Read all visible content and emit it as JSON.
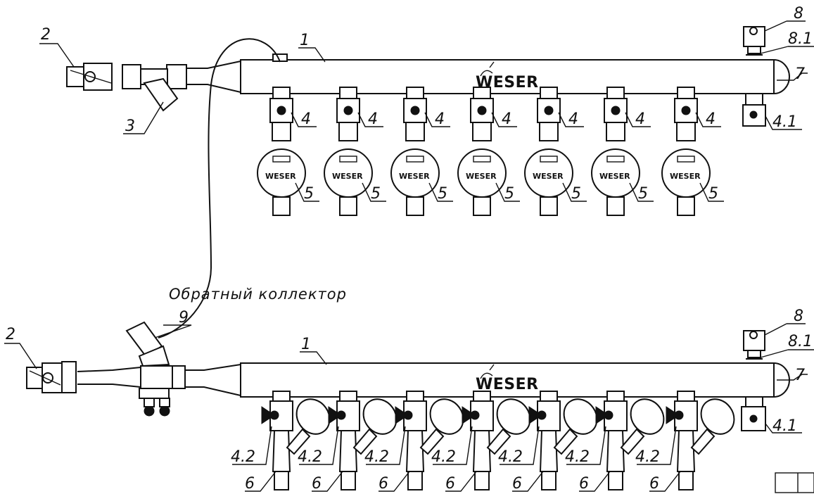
{
  "diagram": {
    "caption_return": "Обратный коллектор",
    "brand": "WESER",
    "labels": {
      "manifold": "1",
      "ball_valve_main": "2",
      "strainer": "3",
      "outlet_valve": "4",
      "end_valve": "4.1",
      "return_valve": "4.2",
      "flow_meter": "5",
      "balancing_valve": "6",
      "end_cap": "7",
      "air_vent": "8",
      "vent_valve": "8.1",
      "bypass_valve": "9"
    }
  }
}
